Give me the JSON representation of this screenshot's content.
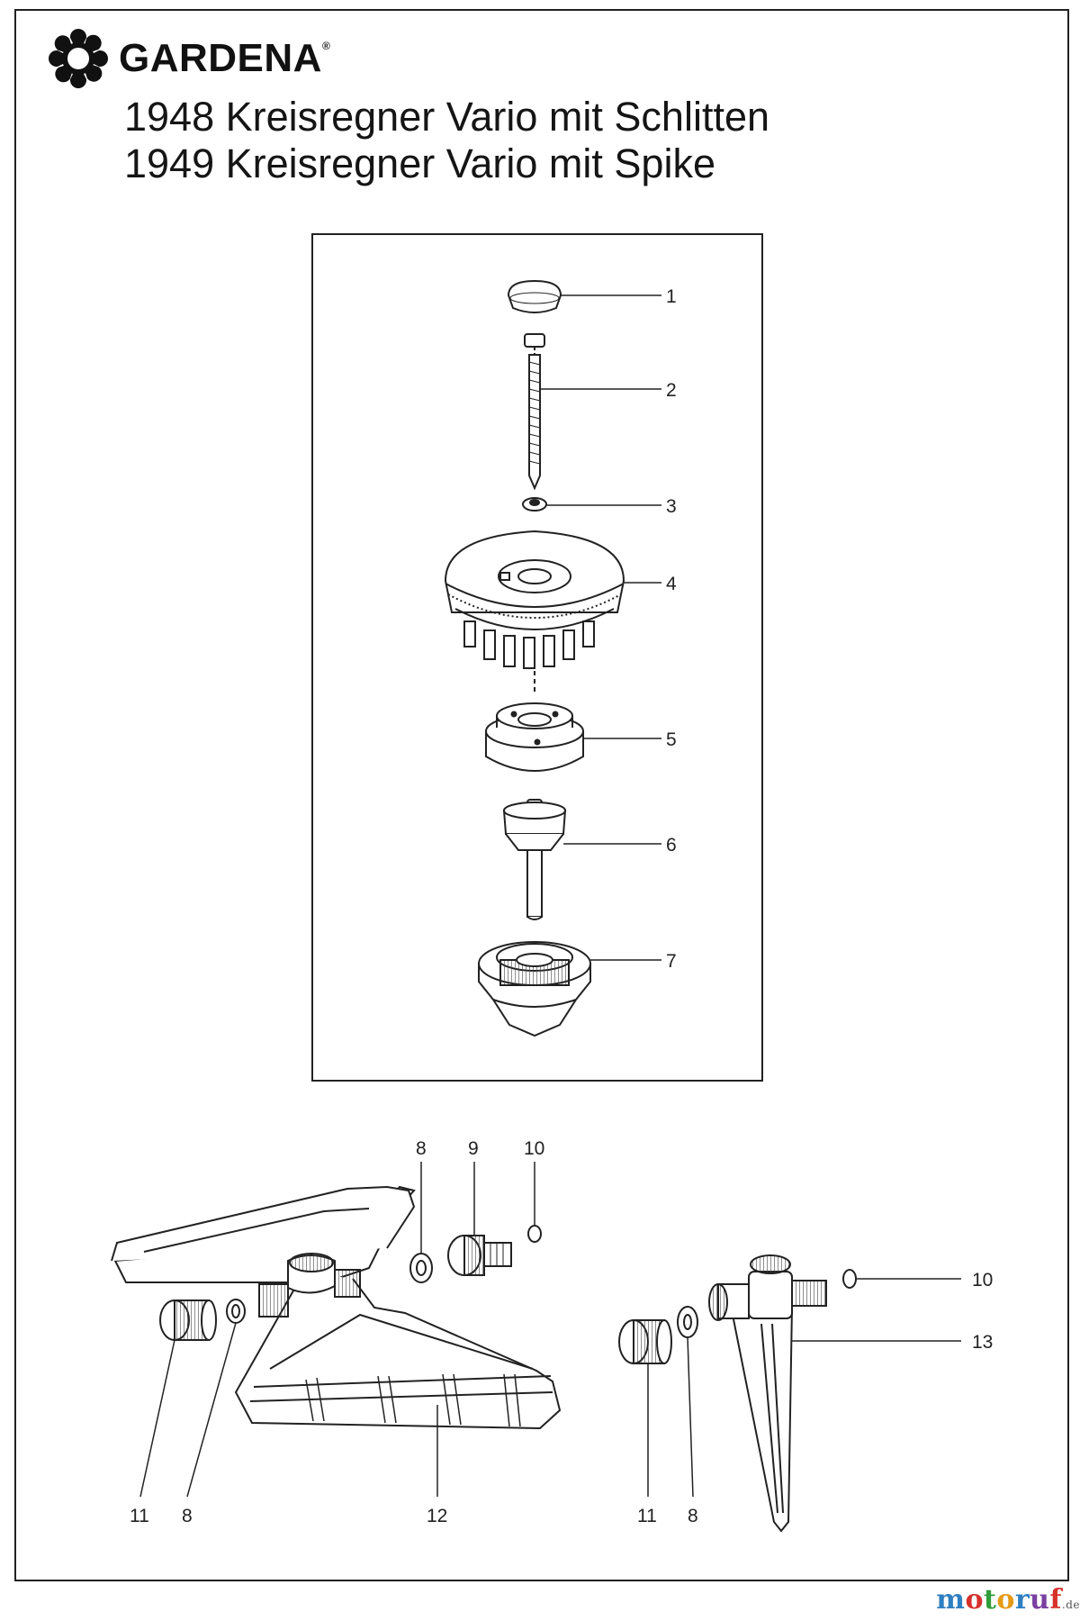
{
  "brand": {
    "name": "GARDENA",
    "mark": "®"
  },
  "titles": [
    "1948 Kreisregner Vario mit Schlitten",
    "1949 Kreisregner Vario mit Spike"
  ],
  "parts": {
    "p1": "1",
    "p2": "2",
    "p3": "3",
    "p4": "4",
    "p5": "5",
    "p6": "6",
    "p7": "7",
    "p8a": "8",
    "p9": "9",
    "p10a": "10",
    "p11a": "11",
    "p8b": "8",
    "p12": "12",
    "p10b": "10",
    "p13": "13",
    "p11b": "11",
    "p8c": "8"
  },
  "watermark": {
    "m": "m",
    "o": "o",
    "t": "t",
    "o2": "o",
    "r": "r",
    "u": "u",
    "f": "f",
    "de": ".de"
  },
  "colors": {
    "line": "#222222",
    "paper": "#ffffff",
    "shade": "#dddddd"
  }
}
